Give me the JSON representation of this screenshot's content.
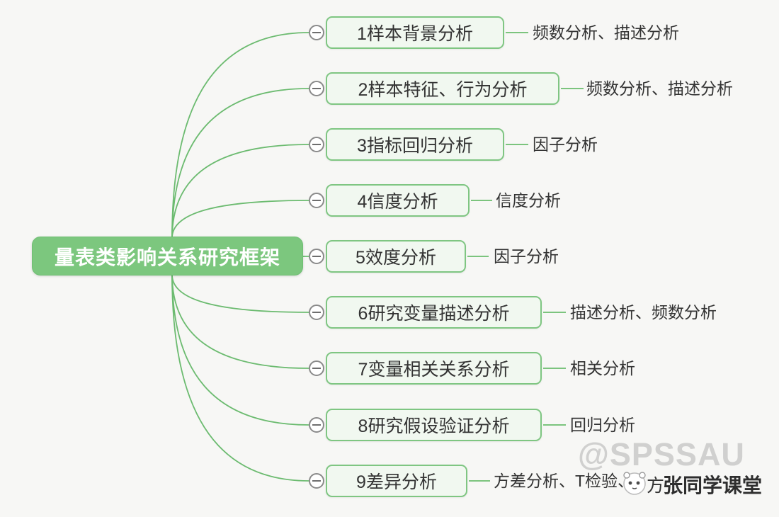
{
  "root": {
    "label": "量表类影响关系研究框架"
  },
  "branches": [
    {
      "label": "1样本背景分析",
      "leaf": "频数分析、描述分析"
    },
    {
      "label": "2样本特征、行为分析",
      "leaf": "频数分析、描述分析"
    },
    {
      "label": "3指标回归分析",
      "leaf": "因子分析"
    },
    {
      "label": "4信度分析",
      "leaf": "信度分析"
    },
    {
      "label": "5效度分析",
      "leaf": "因子分析"
    },
    {
      "label": "6研究变量描述分析",
      "leaf": "描述分析、频数分析"
    },
    {
      "label": "7变量相关关系分析",
      "leaf": "相关分析"
    },
    {
      "label": "8研究假设验证分析",
      "leaf": "回归分析"
    },
    {
      "label": "9差异分析",
      "leaf": "方差分析、T检验、",
      "leaf_suffix": "方"
    }
  ],
  "watermarks": {
    "spssau": "@SPSSAU",
    "zhang_classroom": "张同学课堂"
  },
  "icons": {
    "collapse": "minus-circle",
    "logo": "panda-face"
  },
  "colors": {
    "root_fill": "#7cc77e",
    "branch_border": "#7fc682",
    "branch_fill": "#f1f8f0",
    "connector_green": "#6cbb70",
    "text_dark": "#333333",
    "collapse_ring": "#8a8a8a",
    "watermark_gray": "#aaaaaa",
    "background": "#f7f7f5"
  }
}
